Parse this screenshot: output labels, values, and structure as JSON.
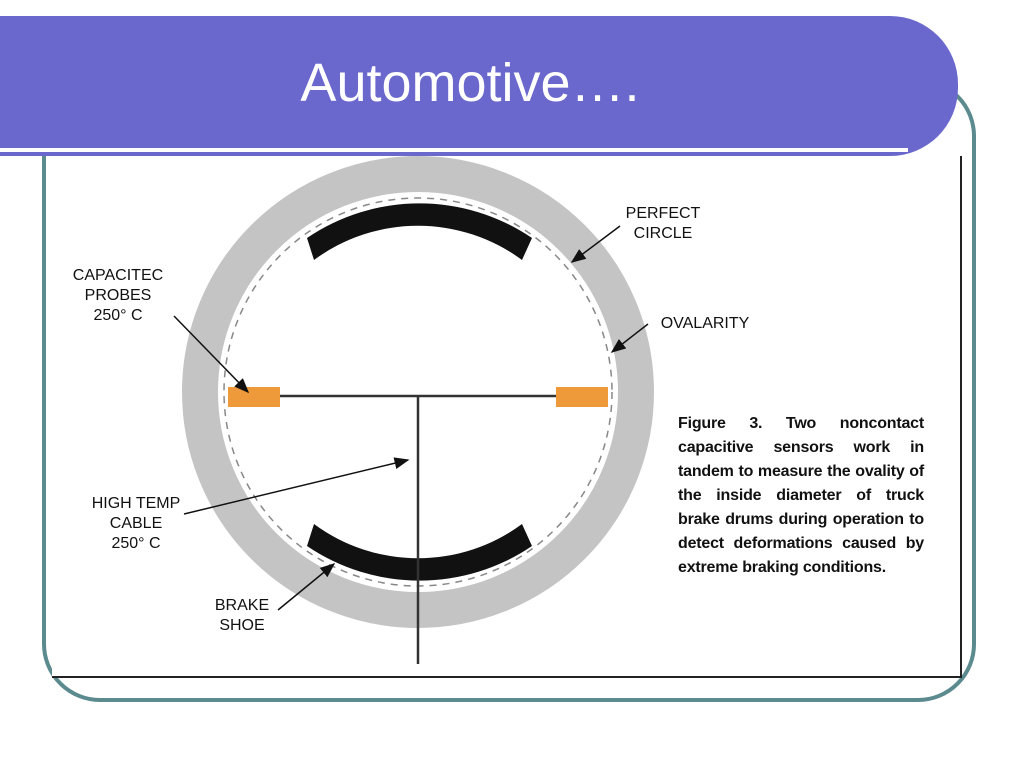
{
  "slide": {
    "title": "Automotive…."
  },
  "figure": {
    "labels": {
      "perfect_circle": "PERFECT\nCIRCLE",
      "capacitec_probes": "CAPACITEC\nPROBES\n250° C",
      "ovality": "OVALARITY",
      "high_temp_cable": "HIGH TEMP\nCABLE\n250° C",
      "brake_shoe": "BRAKE\nSHOE"
    },
    "caption": "Figure 3. Two noncontact capacitive sensors work in tandem to measure the ovality of the inside diameter of truck brake drums during operation to detect deformations caused by extreme braking conditions.",
    "colors": {
      "drum": "#c4c4c4",
      "probe": "#ee9a3a",
      "shoe": "#111111",
      "frame": "#5b8a8f",
      "title_bar": "#6a68cc"
    }
  }
}
